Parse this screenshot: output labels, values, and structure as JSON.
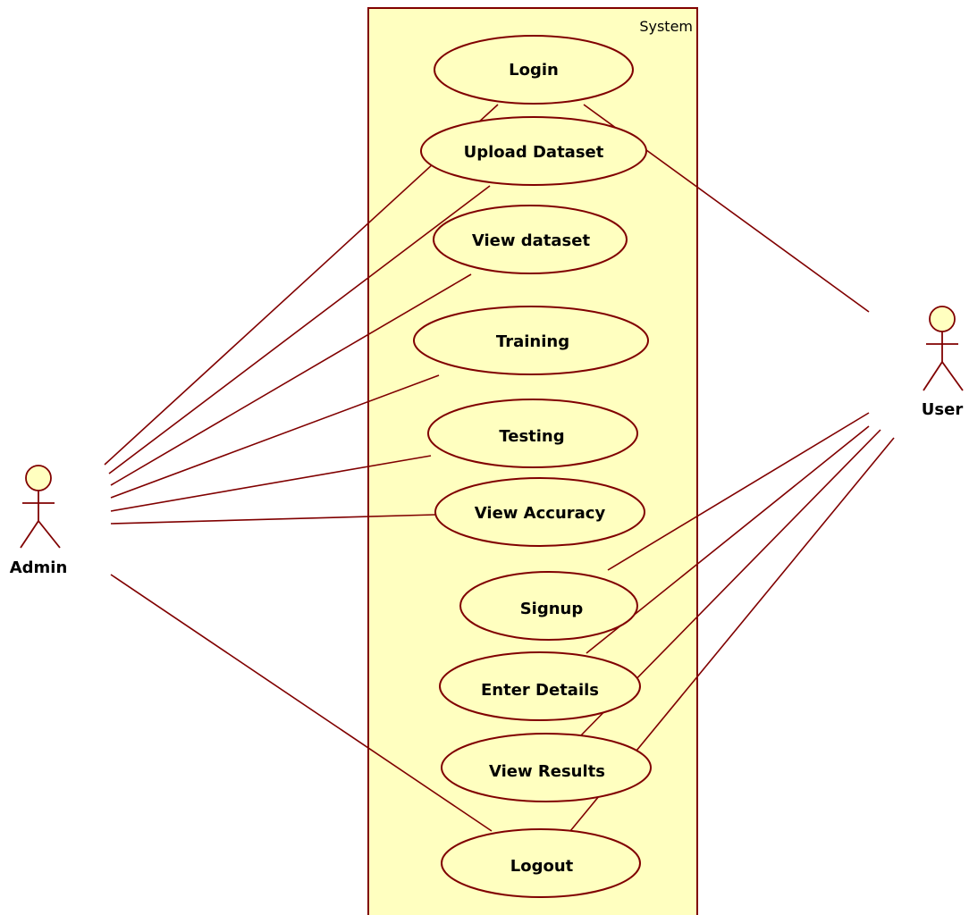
{
  "system": {
    "label": "System"
  },
  "actors": {
    "admin": {
      "label": "Admin"
    },
    "user": {
      "label": "User"
    }
  },
  "use_cases": {
    "login": "Login",
    "upload_dataset": "Upload Dataset",
    "view_dataset": "View dataset",
    "training": "Training",
    "testing": "Testing",
    "view_accuracy": "View Accuracy",
    "signup": "Signup",
    "enter_details": "Enter Details",
    "view_results": "View Results",
    "logout": "Logout"
  },
  "colors": {
    "fill": "#ffffc0",
    "stroke": "#800000",
    "text": "#000000"
  },
  "associations": {
    "admin": [
      "login",
      "upload_dataset",
      "view_dataset",
      "training",
      "testing",
      "view_accuracy",
      "logout"
    ],
    "user": [
      "login",
      "signup",
      "enter_details",
      "view_results",
      "logout"
    ]
  }
}
